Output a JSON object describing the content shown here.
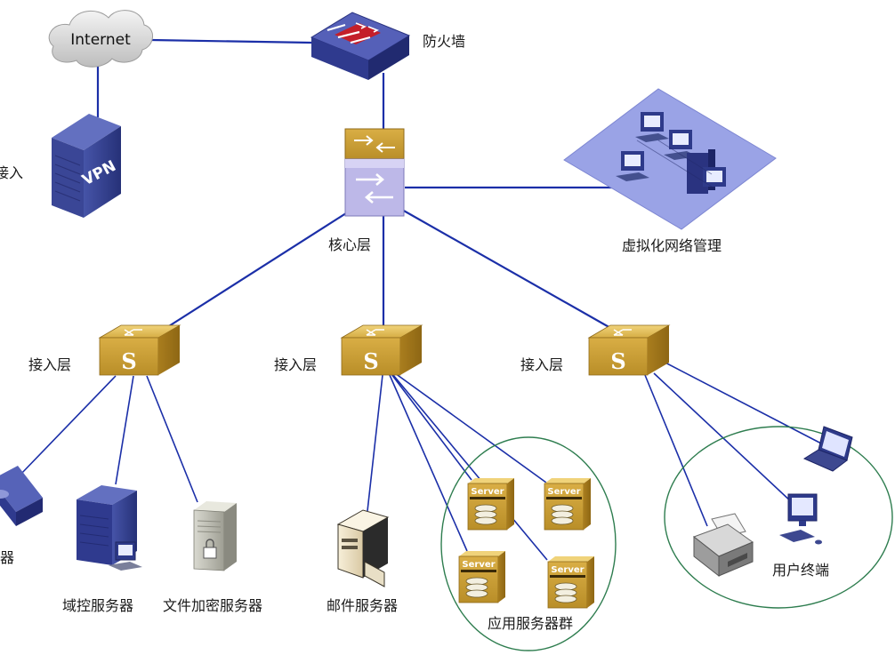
{
  "nodes": {
    "internet": "Internet",
    "firewall": "防火墙",
    "vpn_device": "VPN",
    "vpn_access": "接入",
    "core": "核心层",
    "virtual_mgmt": "虚拟化网络管理",
    "access_left": "接入层",
    "access_mid": "接入层",
    "access_right": "接入层",
    "storage_server": "器",
    "domain_server": "域控服务器",
    "file_enc_server": "文件加密服务器",
    "mail_server": "邮件服务器",
    "app_server_group": "应用服务器群",
    "user_terminals": "用户终端"
  },
  "switch_badge": "S",
  "server_badge": "Server",
  "colors": {
    "link": "#1b2fa8",
    "switch_gold": "#c8a23a",
    "core_lavender": "#b9b6e6",
    "group_ring": "#2e7d4f",
    "platform": "#9aa3e6"
  }
}
